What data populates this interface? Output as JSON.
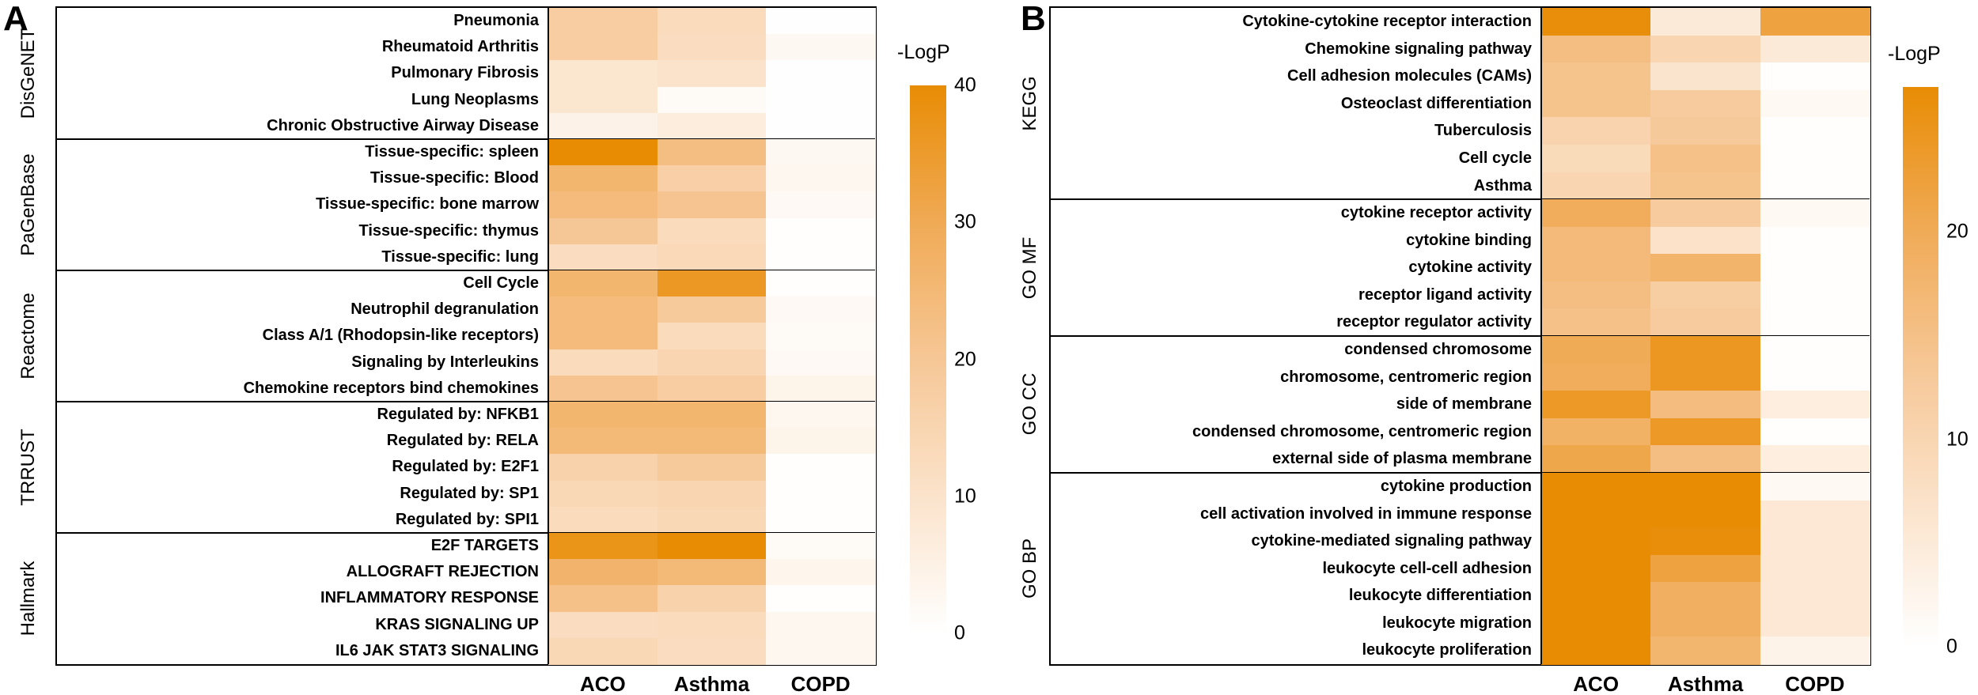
{
  "chart_data": [
    {
      "type": "heatmap",
      "panel": "A",
      "columns": [
        "ACO",
        "Asthma",
        "COPD"
      ],
      "colorbar": {
        "title": "-LogP",
        "vmax": 40,
        "ticks": [
          {
            "label": "40",
            "frac": 0
          },
          {
            "label": "30",
            "frac": 0.25
          },
          {
            "label": "20",
            "frac": 0.5
          },
          {
            "label": "10",
            "frac": 0.75
          },
          {
            "label": "0",
            "frac": 1
          }
        ]
      },
      "heat_colors": {
        "max": "#e88c04",
        "min": "#ffffff"
      },
      "sections": [
        {
          "name": "DisGeNET",
          "rows": [
            {
              "label": "Pneumonia",
              "values": [
                18,
                13,
                0.2
              ]
            },
            {
              "label": "Rheumatoid Arthritis",
              "values": [
                18,
                12,
                2.5
              ]
            },
            {
              "label": "Pulmonary Fibrosis",
              "values": [
                9,
                10,
                0.2
              ]
            },
            {
              "label": "Lung Neoplasms",
              "values": [
                9,
                1.5,
                0.2
              ]
            },
            {
              "label": "Chronic Obstructive Airway Disease",
              "values": [
                4.5,
                6.5,
                0.2
              ]
            }
          ]
        },
        {
          "name": "PaGenBase",
          "rows": [
            {
              "label": "Tissue-specific: spleen",
              "values": [
                40,
                23,
                2.5
              ]
            },
            {
              "label": "Tissue-specific: Blood",
              "values": [
                26,
                17,
                3
              ]
            },
            {
              "label": "Tissue-specific: bone marrow",
              "values": [
                24,
                21,
                2
              ]
            },
            {
              "label": "Tissue-specific: thymus",
              "values": [
                20,
                13,
                0.5
              ]
            },
            {
              "label": "Tissue-specific: lung",
              "values": [
                12,
                13.5,
                0.5
              ]
            }
          ]
        },
        {
          "name": "Reactome",
          "rows": [
            {
              "label": "Cell Cycle",
              "values": [
                26,
                36,
                0.3
              ]
            },
            {
              "label": "Neutrophil degranulation",
              "values": [
                24,
                19,
                2
              ]
            },
            {
              "label": "Class A/1 (Rhodopsin-like receptors)",
              "values": [
                24,
                13,
                1.5
              ]
            },
            {
              "label": "Signaling by Interleukins",
              "values": [
                13,
                15,
                2
              ]
            },
            {
              "label": "Chemokine receptors bind chemokines",
              "values": [
                21,
                18,
                4
              ]
            }
          ]
        },
        {
          "name": "TRRUST",
          "rows": [
            {
              "label": "Regulated by: NFKB1",
              "values": [
                26,
                26,
                3
              ]
            },
            {
              "label": "Regulated by: RELA",
              "values": [
                25,
                25,
                4
              ]
            },
            {
              "label": "Regulated by: E2F1",
              "values": [
                16,
                19,
                0.3
              ]
            },
            {
              "label": "Regulated by: SP1",
              "values": [
                14,
                15,
                0.3
              ]
            },
            {
              "label": "Regulated by: SPI1",
              "values": [
                13,
                14,
                0.3
              ]
            }
          ]
        },
        {
          "name": "Hallmark",
          "rows": [
            {
              "label": "E2F TARGETS",
              "values": [
                37.5,
                40,
                1.5
              ]
            },
            {
              "label": "ALLOGRAFT REJECTION",
              "values": [
                26.5,
                25,
                3.5
              ]
            },
            {
              "label": "INFLAMMATORY RESPONSE",
              "values": [
                22,
                16,
                0.5
              ]
            },
            {
              "label": "KRAS SIGNALING UP",
              "values": [
                12,
                13,
                3
              ]
            },
            {
              "label": "IL6 JAK STAT3 SIGNALING",
              "values": [
                14,
                12,
                3
              ]
            }
          ]
        }
      ]
    },
    {
      "type": "heatmap",
      "panel": "B",
      "columns": [
        "ACO",
        "Asthma",
        "COPD"
      ],
      "colorbar": {
        "title": "-LogP",
        "vmax": 27,
        "ticks": [
          {
            "label": "20",
            "frac": 0.259
          },
          {
            "label": "10",
            "frac": 0.63
          },
          {
            "label": "0",
            "frac": 1
          }
        ]
      },
      "heat_colors": {
        "max": "#e88c04",
        "min": "#ffffff"
      },
      "sections": [
        {
          "name": "KEGG",
          "rows": [
            {
              "label": "Cytokine-cytokine receptor interaction",
              "values": [
                26.5,
                5,
                22
              ]
            },
            {
              "label": "Chemokine signaling pathway",
              "values": [
                15.5,
                10,
                5
              ]
            },
            {
              "label": "Cell adhesion molecules (CAMs)",
              "values": [
                14.5,
                6.5,
                0.2
              ]
            },
            {
              "label": "Osteoclast differentiation",
              "values": [
                14.5,
                12.5,
                1.5
              ]
            },
            {
              "label": "Tuberculosis",
              "values": [
                10.5,
                13,
                0.2
              ]
            },
            {
              "label": "Cell cycle",
              "values": [
                9,
                15,
                0.2
              ]
            },
            {
              "label": "Asthma",
              "values": [
                10,
                14.5,
                0.2
              ]
            }
          ]
        },
        {
          "name": "GO MF",
          "rows": [
            {
              "label": "cytokine receptor activity",
              "values": [
                19.5,
                12.5,
                1.5
              ]
            },
            {
              "label": "cytokine binding",
              "values": [
                16.5,
                7,
                0.2
              ]
            },
            {
              "label": "cytokine activity",
              "values": [
                16.5,
                18,
                0.2
              ]
            },
            {
              "label": "receptor ligand activity",
              "values": [
                15.5,
                12,
                0.2
              ]
            },
            {
              "label": "receptor regulator activity",
              "values": [
                15,
                12.5,
                0.2
              ]
            }
          ]
        },
        {
          "name": "GO CC",
          "rows": [
            {
              "label": "condensed chromosome",
              "values": [
                20,
                24.5,
                0.3
              ]
            },
            {
              "label": "chromosome, centromeric region",
              "values": [
                19.5,
                24.5,
                0.3
              ]
            },
            {
              "label": "side of membrane",
              "values": [
                24,
                16,
                4
              ]
            },
            {
              "label": "condensed chromosome, centromeric region",
              "values": [
                18.5,
                24,
                0.3
              ]
            },
            {
              "label": "external side of plasma membrane",
              "values": [
                21,
                15.5,
                4
              ]
            }
          ]
        },
        {
          "name": "GO BP",
          "rows": [
            {
              "label": "cytokine production",
              "values": [
                27,
                27,
                1.5
              ]
            },
            {
              "label": "cell activation involved in immune response",
              "values": [
                27,
                27,
                5.5
              ]
            },
            {
              "label": "cytokine-mediated signaling pathway",
              "values": [
                27,
                26.5,
                5.5
              ]
            },
            {
              "label": "leukocyte cell-cell adhesion",
              "values": [
                27,
                22,
                5.5
              ]
            },
            {
              "label": "leukocyte differentiation",
              "values": [
                27,
                19,
                5.5
              ]
            },
            {
              "label": "leukocyte migration",
              "values": [
                27,
                19,
                5.5
              ]
            },
            {
              "label": "leukocyte proliferation",
              "values": [
                27,
                17.5,
                3
              ]
            }
          ]
        }
      ]
    }
  ]
}
